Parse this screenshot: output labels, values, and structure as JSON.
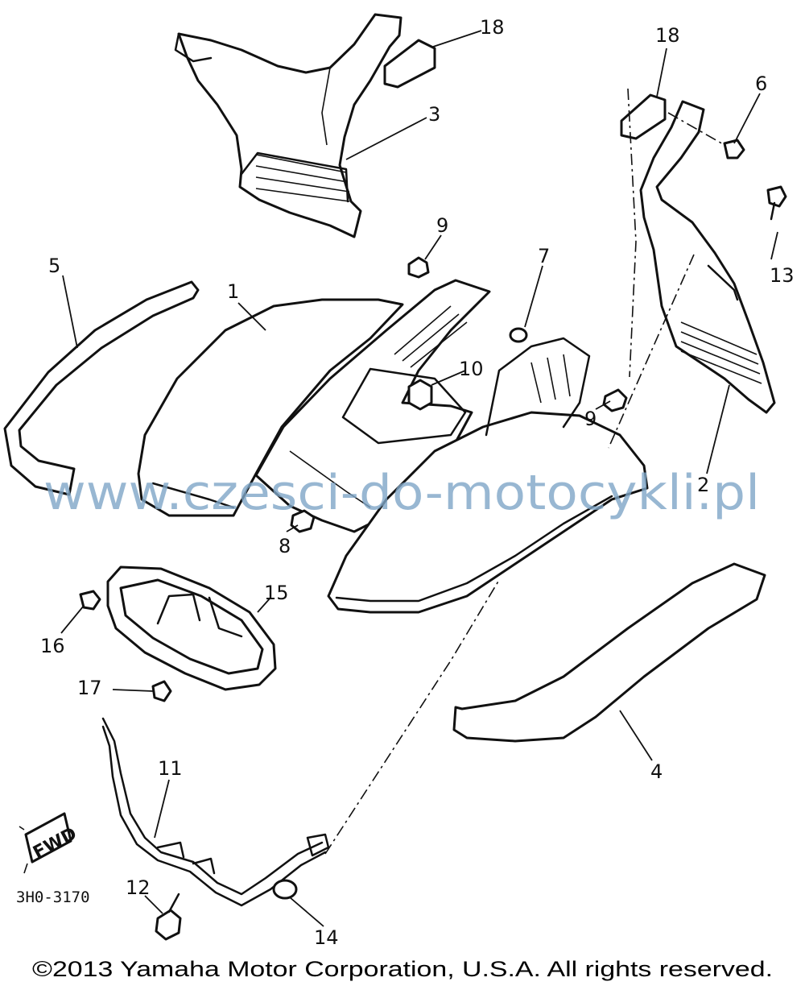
{
  "callouts": [
    {
      "id": "1",
      "text": "1"
    },
    {
      "id": "2",
      "text": "2"
    },
    {
      "id": "3",
      "text": "3"
    },
    {
      "id": "4",
      "text": "4"
    },
    {
      "id": "5",
      "text": "5"
    },
    {
      "id": "6",
      "text": "6"
    },
    {
      "id": "7",
      "text": "7"
    },
    {
      "id": "8",
      "text": "8"
    },
    {
      "id": "9a",
      "text": "9"
    },
    {
      "id": "9b",
      "text": "9"
    },
    {
      "id": "10",
      "text": "10"
    },
    {
      "id": "11",
      "text": "11"
    },
    {
      "id": "12",
      "text": "12"
    },
    {
      "id": "13",
      "text": "13"
    },
    {
      "id": "14",
      "text": "14"
    },
    {
      "id": "15",
      "text": "15"
    },
    {
      "id": "16",
      "text": "16"
    },
    {
      "id": "17",
      "text": "17"
    },
    {
      "id": "18a",
      "text": "18"
    },
    {
      "id": "18b",
      "text": "18"
    }
  ],
  "direction_label": "FWD",
  "diagram_code": "3H0-3170",
  "watermark": "www.czesci-do-motocykli.pl",
  "copyright": "©2013 Yamaha Motor Corporation, U.S.A. All rights reserved.",
  "colors": {
    "line": "#111111",
    "watermark": "#7fa6c7",
    "background": "#ffffff"
  }
}
